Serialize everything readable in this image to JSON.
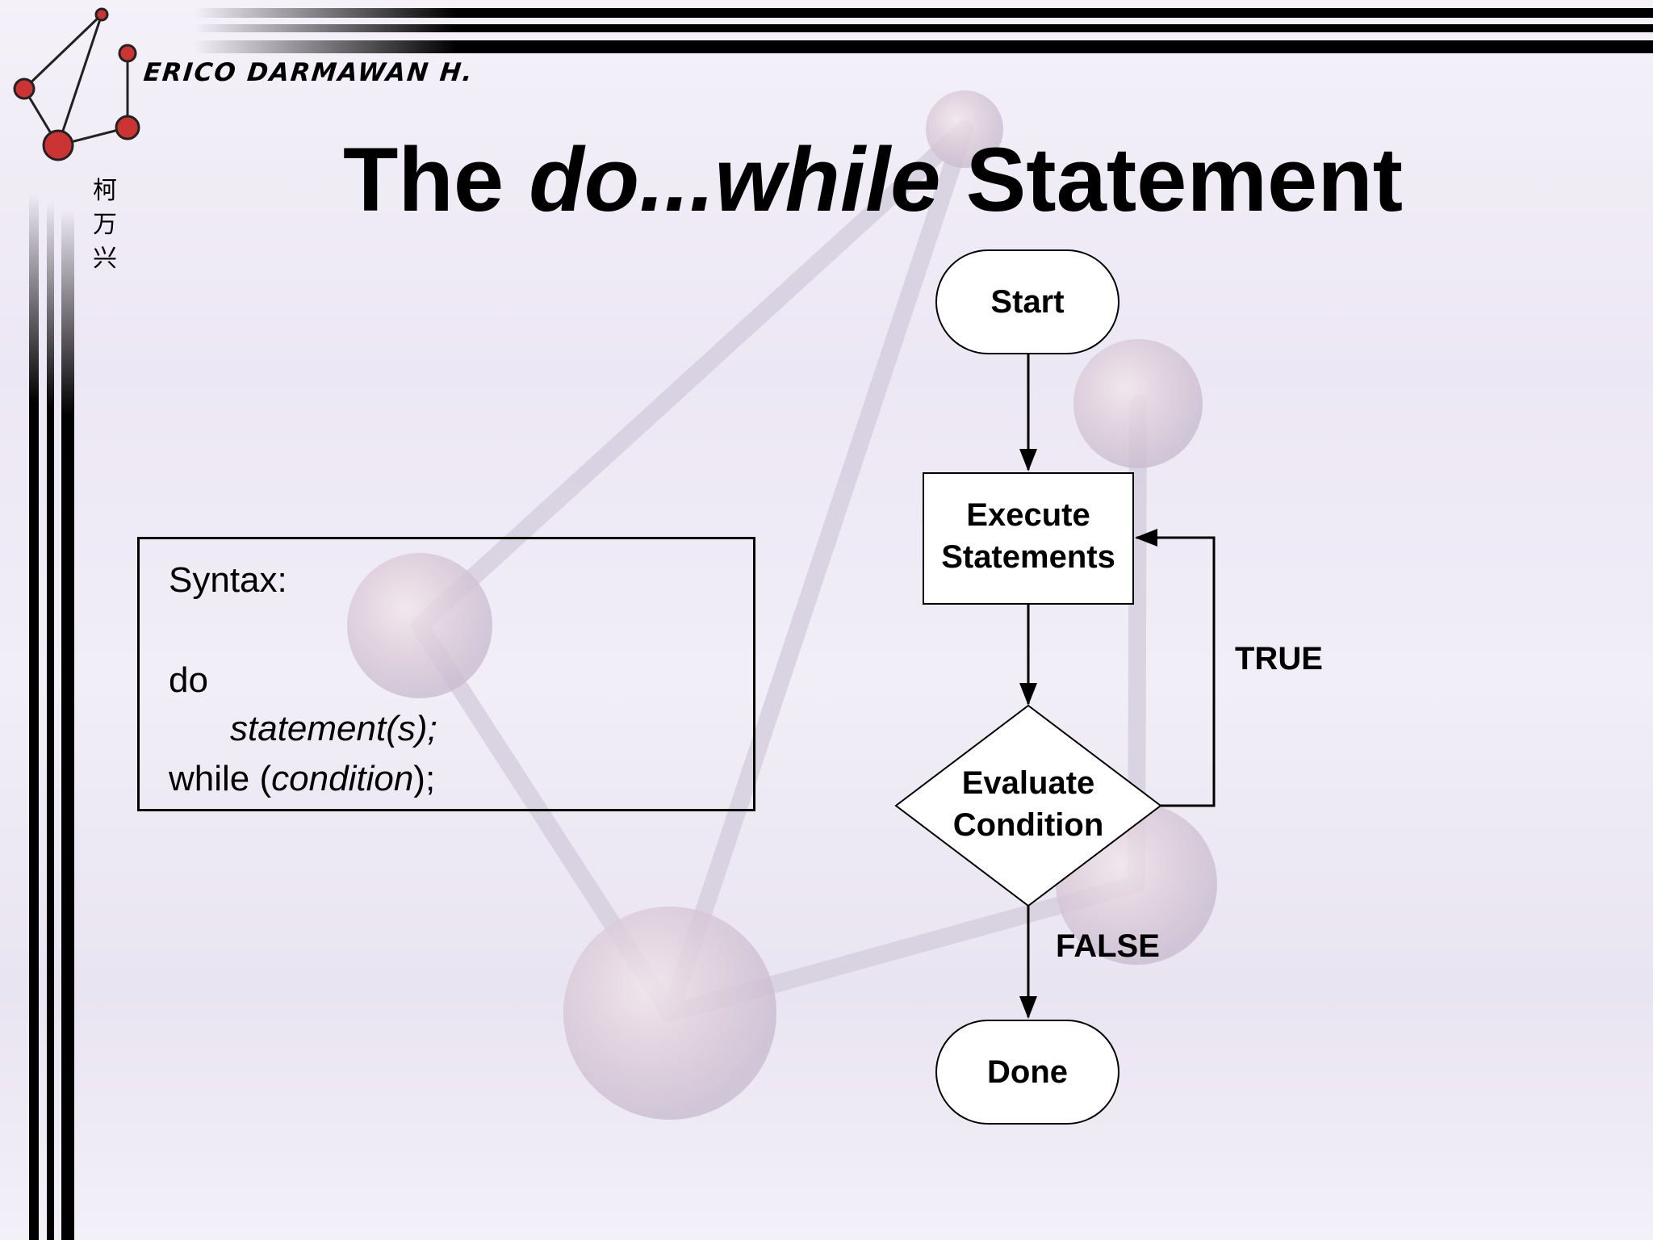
{
  "header": {
    "author": "ERICO DARMAWAN H.",
    "cjk_name": [
      "柯",
      "万",
      "兴"
    ]
  },
  "slide": {
    "title_prefix": "The ",
    "title_italic": "do...while",
    "title_suffix": " Statement"
  },
  "syntax": {
    "label": "Syntax:",
    "line_do": "do",
    "line_statement": "statement(s);",
    "line_while_prefix": "while (",
    "line_while_condition": "condition",
    "line_while_suffix": ");"
  },
  "flowchart": {
    "start": "Start",
    "execute_line1": "Execute",
    "execute_line2": "Statements",
    "evaluate_line1": "Evaluate",
    "evaluate_line2": "Condition",
    "done": "Done",
    "true_label": "TRUE",
    "false_label": "FALSE"
  },
  "colors": {
    "line": "#000000",
    "node_fill": "#ffffff",
    "molecule": "#c9bfd3"
  }
}
